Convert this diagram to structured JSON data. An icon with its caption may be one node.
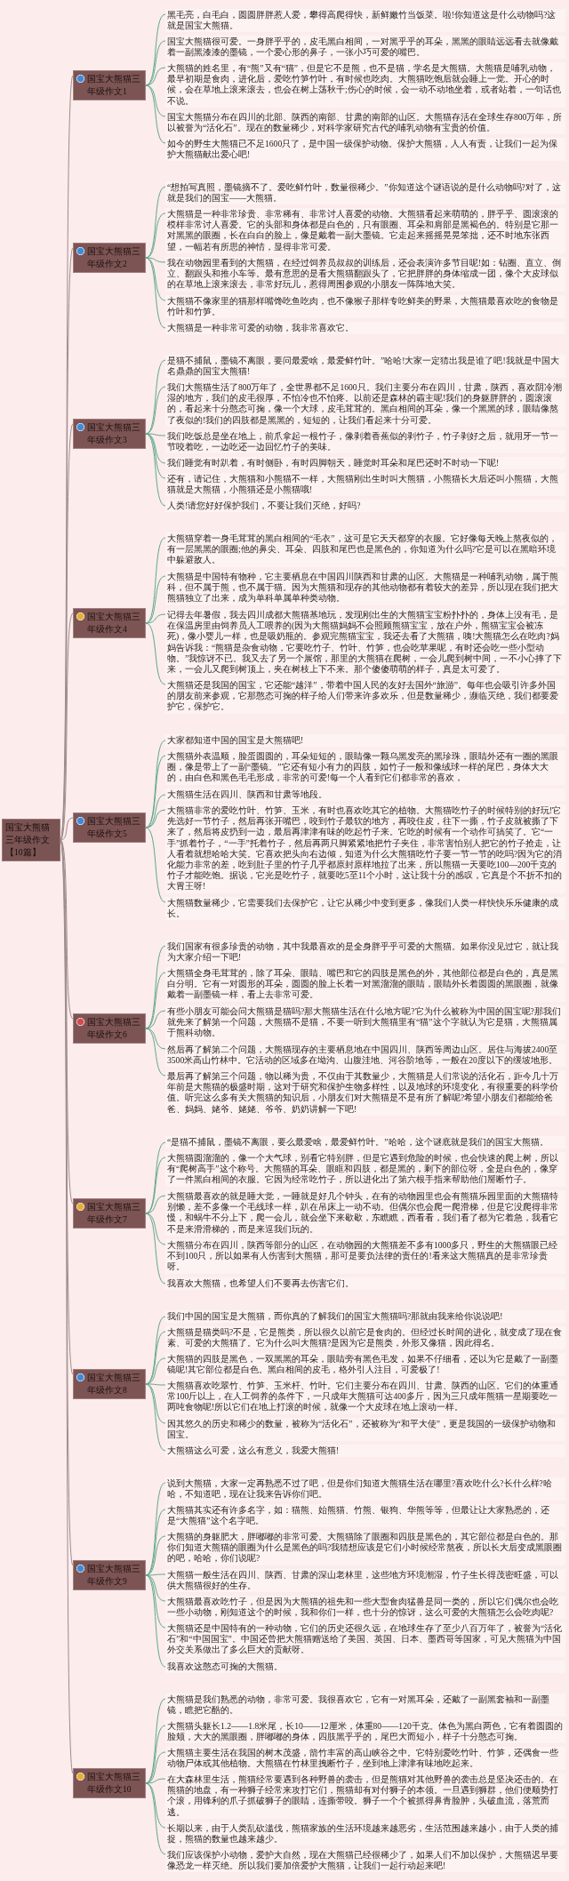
{
  "diagram": {
    "nodes": [
      {
        "text": [
          "国宝大熊猫三年级作文【10篇】"
        ]
      },
      {
        "text": [
          "国宝大熊猫三年级作文1"
        ]
      },
      {
        "text": [
          "黑毛亮，白毛白，圆圆胖胖惹人爱，攀得高爬得快，新鲜嫩竹当饭菜。啦!你知道这是什么动物吗?这就是国宝大熊猫。"
        ]
      },
      {
        "text": [
          "国宝大熊猫很可爱。一身胖乎乎的，皮毛黑白相间，一对黑乎乎的耳朵，黑黑的眼睛远远看去就像戴着一副黑漆漆的墨镜，一个爱心形的鼻子，一张小巧可爱的嘴巴。"
        ]
      },
      {
        "text": [
          "大熊猫的姓名里，有“熊”又有“猫”，但是它不是熊，也不是猫，学名是大熊猫。大熊猫是哺乳动物，最早初期是食肉，进化后，爱吃竹笋竹叶，有时候也吃肉。大熊猫吃饱后就会睡上一觉。开心的时候，会在草地上滚来滚去，也会在树上荡秋千;伤心的时候，会一动不动地坐着，或者站着，一句话也不说。"
        ]
      },
      {
        "text": [
          "国宝大熊猫分布在四川的北部、陕西的南部、甘肃的南部的山区。大熊猫存活在全球生存800万年，所以被誉为“活化石”。现在的数量稀少，对科学家研究古代的哺乳动物有宝贵的价值。"
        ]
      },
      {
        "text": [
          "如今的野生大熊猫已不足1600只了，是中国一级保护动物。保护大熊猫，人人有责，让我们一起为保护大熊猫献出爱心吧!"
        ]
      },
      {
        "text": [
          "国宝大熊猫三年级作文2"
        ]
      },
      {
        "text": [
          "“想拍写真照，墨镜摘不了。爱吃鲜竹叶，数量很稀少。”你知道这个谜语说的是什么动物吗?对了，这就是我们的国宝——大熊猫。"
        ]
      },
      {
        "text": [
          "大熊猫是一种非常珍贵、非常稀有、非常讨人喜爱的动物。大熊猫看起来萌萌的，胖乎乎、圆滚滚的模样非常讨人喜爱。它的头部和身体都是白色的，只有眼圈、耳朵和肩部是黑褐色的。特别是它那一对黑黑的眼圈，长在白白的脸上，像是戴着一副大墨镜。它走起来摇摇晃晃笨拙，还不时地东张西望，一幅若有所思的神情，显得非常可爱。"
        ]
      },
      {
        "text": [
          "我在动物园里看到的大熊猫，在经过饲养员叔叔的训练后，还会表演许多节目呢!如：钻圈、直立、倒立、翻跟头和推小车等。最有意思的是看大熊猫翻跟头了，它把胖胖的身体缩成一团，像个大皮球似的在草地上滚来滚去，非常好玩儿，惹得周围参观的小朋友一阵阵地大笑。"
        ]
      },
      {
        "text": [
          "大熊猫不像家里的猫那样嘴馋吃鱼吃肉，也不像猴子那样专吃鲜美的野果，大熊猫最喜欢吃的食物是竹叶和竹笋。"
        ]
      },
      {
        "text": [
          "大熊猫是一种非常可爱的动物，我非常喜欢它。"
        ]
      },
      {
        "text": [
          "国宝大熊猫三年级作文3"
        ]
      },
      {
        "text": [
          "是猫不捕鼠，墨镜不离眼，要问最爱啥，最爱鲜竹叶。”哈哈!大家一定猜出我是谁了吧!我就是中国大名鼎鼎的国宝大熊猫!"
        ]
      },
      {
        "text": [
          "我们大熊猫生活了800万年了，全世界都不足1600只。我们主要分布在四川，甘肃，陕西，喜欢阴冷潮湿的地方，我们的皮毛很厚，不怕冷也不怕疼。以前还是森林的霸主呢!我们的身躯胖胖的，圆滚滚的，看起来十分憨态可掬，像一个大球，皮毛茸茸的。黑白相间的耳朵，像一个黑黑的球，眼睛像熬了夜似的!我们的四肢都是黑黑的，短短的，让我们看起来十分可爱。"
        ]
      },
      {
        "text": [
          "我们吃饭总是坐在地上，前爪拿起一根竹子，像剥着香蕉似的剥竹子，竹子剥好之后，就用牙一节一节咬着吃，一边吃还一边回忆竹子的美味。"
        ]
      },
      {
        "text": [
          "我们睡觉有时趴着，有时侧卧，有时四脚朝天，睡觉时耳朵和尾巴还时不时动一下呢!"
        ]
      },
      {
        "text": [
          "还有，请记住，大熊猫和小熊猫不一样，大熊猫刚出生时叫大熊猫，小熊猫长大后还叫小熊猫，大熊猫就是大熊猫，小熊猫还是小熊猫哦!"
        ]
      },
      {
        "text": [
          "人类!请您好好保护我们，不要让我们灭绝，好吗?"
        ]
      },
      {
        "text": [
          "国宝大熊猫三年级作文4"
        ]
      },
      {
        "text": [
          "大熊猫穿着一身毛茸茸的黑白相间的“毛衣”，这可是它天天都穿的衣服。它好像每天晚上熬夜似的，有一层黑黑的眼圈;他的鼻尖、耳朵、四肢和尾巴也是黑色的，你知道为什么吗?它是可以在黑暗环境中躲避敌人。"
        ]
      },
      {
        "text": [
          "大熊猫是中国特有物种，它主要栖息在中国四川陕西和甘肃的山区。大熊猫是一种哺乳动物，属于熊科，但不属于熊，也不属于猫。因为大熊猫和现存的其他动物都有着较大的差异，所以现在我们把大熊猫独立了出来，成为单科单属单种类动物。"
        ]
      },
      {
        "text": [
          "记得去年暑假，我去四川成都大熊猫基地玩，发现刚出生的大熊猫宝宝粉扑扑的，身体上没有毛，是在保温房里由饲养员人工喂养的(因为大熊猫妈妈不会照顾熊猫宝宝，放在户外，熊猫宝宝会被冻死)，像小婴儿一样，也是吸奶瓶的。参观完熊猫宝宝，我还去看了大熊猫，咦!大熊猫怎么在吃肉?妈妈告诉我：“熊猫是杂食动物，它要吃竹子、竹叶、竹笋，也会吃苹果呢，有时还会吃一些小型动物。”我惊讶不已。我又去了另一个展馆，那里的大熊猫在爬树，一会儿爬到树中间，一不小心摔了下来，一会儿又爬到树顶上，夹在树枝上下不来。那个傻傻萌萌的样子，真是太可爱了。"
        ]
      },
      {
        "text": [
          "大熊猫还是我国的国宝，它还能“越洋”，带着中国人民的友好去国外“旅游”。每年也会吸引许多外国的朋友前来参观，它那憨态可掬的样子给人们带来许多欢乐，但是数量稀少，濒临灭绝，我们都要爱护它，保护它。"
        ]
      },
      {
        "text": [
          "国宝大熊猫三年级作文5"
        ]
      },
      {
        "text": [
          "大家都知道中国的国宝是大熊猫吧!"
        ]
      },
      {
        "text": [
          "大熊猫外表温顺，脸蛋圆圆的，耳朵短短的，眼睛像一颗乌黑发亮的黑珍珠，眼睛外还有一圈的黑眼圈，像是带上了一副“墨镜。”它还有短小有力的四肢，如竹子一般和像绒球一样的尾巴，身体大大的，由白色和黑色毛毛形成，非常的可爱!每一个人看到它们都非常的喜欢，"
        ]
      },
      {
        "text": [
          "大熊猫生活在四川、陕西和甘肃等地段。"
        ]
      },
      {
        "text": [
          "大熊猫非常的爱吃竹叶、竹笋、玉米，有时也喜欢吃其它的植物。大熊猫吃竹子的时候特别的好玩!它先选好一节竹子，然后再张开嘴巴，咬到竹子最软的地方，再咬住皮，往下一撕，竹子皮就被撕了下来了，然后将皮扔到一边，最后再津津有味的吃起竹子来。它吃的时候有一个动作可搞笑了。它“一手”抓着竹子，“一手”托着竹子，然后再两只脚紧紧地把竹子夹住，非常害怕别人把它的竹子抢走，让人看着就想哈哈大笑。它喜欢把头向右边倾，知道为什么大熊猫吃竹子要一节一节的吃吗?因为它的消化能力非常的差，吃到肚子里的竹子几乎都原封原样地拉了出来，所以熊猫一天要吃100—200千克的竹子才能吃饱。据说，它光是吃竹子，就要吃5至11个小时，这让我十分的感叹，它真是个不折不扣的大胃王呀!"
        ]
      },
      {
        "text": [
          "大熊猫数量稀少，它需要我们去保护它，让它从稀少中变到更多，像我们人类一样快快乐乐健康的成长。"
        ]
      },
      {
        "text": [
          "国宝大熊猫三年级作文6"
        ]
      },
      {
        "text": [
          "我们国家有很多珍贵的动物，其中我最喜欢的是全身胖乎乎可爱的大熊猫。如果你没见过它，就让我为大家介绍一下吧!"
        ]
      },
      {
        "text": [
          "大熊猫全身毛茸茸的，除了耳朵、眼睛、嘴巴和它的四肢是黑色的外，其他部位都是白色的，真是黑白分明。它有一对圆形的耳朵，圆圆的脸上长着一对黑溜溜的眼睛，眼睛外长着圆圆的黑眼圈，就像戴着一副墨镜一样，看上去非常可爱。"
        ]
      },
      {
        "text": [
          "有些小朋友可能会问大熊猫是猫吗?那大熊猫生活在什么地方呢?它为什么被称为中国的国宝呢?那我们就先来了解第一个问题，大熊猫不是猫，不要一听到大熊猫里有“猫”这个字就认为它是猫，大熊猫属于熊科动物。"
        ]
      },
      {
        "text": [
          "然后再了解第二个问题，大熊猫现存的主要栖息地在中国四川、陕西等周边山区。居住与海拔2400至3500米高山竹林中。它活动的区域多在坳沟、山腹洼地、河谷阶地等，一般在20度以下的缓坡地形。"
        ]
      },
      {
        "text": [
          "最后再了解第三个问题，物以稀为贵，不仅由于其数量少，大熊猫是人们常说的活化石，距今几十万年前是大熊猫的极盛时期，这对于研究和保护生物多样性，以及地球的环境变化，有很重要的科学价值。听完这么多有关大熊猫的知识后，小朋友们对大熊猫是不是有所了解呢?希望小朋友们都能给爸爸、妈妈、姥爷、姥姥、爷爷、奶奶讲解一下吧!"
        ]
      },
      {
        "text": [
          "国宝大熊猫三年级作文7"
        ]
      },
      {
        "text": [
          "“是猫不捕鼠，墨镜不离眼，要么最爱啥，最爱鲜竹叶。”哈哈，这个谜底就是我们的国宝大熊猫。"
        ]
      },
      {
        "text": [
          "大熊猫圆溜溜的，像一个大气球，别看它特别胖，但是它遇到危险的时候，也会快速的爬上树，所以有“爬树高手”这个称号。大熊猫的耳朵、眼眶和四肢，都是黑的，剩下的部位呀，全是白色的，像穿了一件黑白相间的衣服。它因为经常吃竹子，所以进化出了第六根手指来帮助他们掰断竹子。"
        ]
      },
      {
        "text": [
          "大熊猫最喜欢的就是睡大觉，一睡就是好几个钟头，在有的动物园里也会有熊猫乐园里面的大熊猫特别懒，差不多像一个毛线球一样，趴在吊床上一动不动。但偶尔也会爬一爬滑梯，但是它没爬得非常慢，和蜗牛不分上下，爬一会儿，就会坐下来歇歇，东瞧瞧，西看看，我们看了都为它着急，我看它不是来滑滑梯的，而是来逗我们玩的。"
        ]
      },
      {
        "text": [
          "大熊猫分布在四川，陕西等部分的山区，在动物园的大熊猫差不多有1000多只，野生的大熊猫眼已经不到100只，所以如果有人伤害到大熊猫，那可是要负法律的责任的!看来这大熊猫真的是非常珍贵呀。"
        ]
      },
      {
        "text": [
          "我喜欢大熊猫，也希望人们不要再去伤害它们。"
        ]
      },
      {
        "text": [
          "国宝大熊猫三年级作文8"
        ]
      },
      {
        "text": [
          "我们中国的国宝是大熊猫，而你真的了解我们的国宝大熊猫吗?那就由我来给你说说吧!"
        ]
      },
      {
        "text": [
          "大熊猫是猫类吗?不是，它是熊类，所以很久以前它是食肉的。但经过长时间的进化，就变成了现在食素、可爱的大熊猫了。它为什么叫大熊猫?是因为它是熊类，外形又像猫，因此得名。"
        ]
      },
      {
        "text": [
          "大熊猫的四肢是黑色，一双黑黑的耳朵，眼睛旁有黑色毛发，如果不仔细看，还以为它是戴了一副墨镜呢!其它部位都是白色。黑白相间的皮毛，格外引人注目，可爱极了!"
        ]
      },
      {
        "text": [
          "大熊猫喜欢吃翠竹、竹笋、玉米杆、竹叶。它们主要分布在四川、甘肃、陕西的山区。它们的体重通常100斤以上，在人工饲养的条件下，一只成年大熊猫可达400多斤，因为三只成年熊猫一星期要吃一两吨食物呢!所以它们在地上打滚的时候，就像一个大皮球在地上滚动一样。"
        ]
      },
      {
        "text": [
          "因其悠久的历史和稀少的数量，被称为“活化石”，还被称为“和平大使”，更是我国的一级保护动物和国宝。"
        ]
      },
      {
        "text": [
          "大熊猫这么可爱，这么有意义，我爱大熊猫!"
        ]
      },
      {
        "text": [
          "国宝大熊猫三年级作文9"
        ]
      },
      {
        "text": [
          "说到大熊猫，大家一定再熟悉不过了吧，但是你们知道大熊猫生活在哪里?喜欢吃什么?长什么样?哈哈，不知道吧，现在让我来告诉你们吧。"
        ]
      },
      {
        "text": [
          "大熊猫其实还有许多名字，如：猫熊、始熊猫、竹熊、银狗、华熊等等，但最让让大家熟悉的，还是“大熊猫”这个名字吧。"
        ]
      },
      {
        "text": [
          "大熊猫的身躯肥大，胖嘟嘟的非常可爱。大熊猫除了眼圈和四肢是黑色的，其它部位都是白色的。那你们知道大熊猫的眼圈为什么是黑色的吗?我猜想应该是它们小时候经常熬夜，所以长大后变成黑眼圈的吧，哈哈，你们说呢?"
        ]
      },
      {
        "text": [
          "大熊猫一般生活在四川、陕西、甘肃的深山老林里，这些地方环境潮湿，竹子生长得茂密旺盛，可以供大熊猫很好的生存。"
        ]
      },
      {
        "text": [
          "大熊猫最喜欢吃竹子，但是因为大熊猫的祖先和一些大型食肉猛兽是同一类的，所以它们偶尔也会吃一些小动物，刚知道这个的时候，我和你们一样，也十分的惊讶，这么可爱的大熊猫怎么会吃肉呢?"
        ]
      },
      {
        "text": [
          "大熊猫还是中国特有的一种动物，它们的历史还很久远，在地球生存了至少八百万年了，被誉为“活化石”和“中国国宝”。中国还曾把大熊猫赠送给了美国、英国、日本、墨西哥等国家，可见大熊猫为中国外交关系做出了多么巨大的贡献呀。"
        ]
      },
      {
        "text": [
          "我喜欢这憨态可掬的大熊猫。"
        ]
      },
      {
        "text": [
          "国宝大熊猫三年级作文10"
        ]
      },
      {
        "text": [
          "大熊猫是我们熟悉的动物，非常可爱。我很喜欢它，它有一对黑耳朵，还戴了一副黑套袖和一副墨镜，瞧把它酷的。"
        ]
      },
      {
        "text": [
          "大熊猫头躯长1.2——1.8米尾，长10——12厘米，体重80——120千克。体色为黑白两色，它有着圆圆的脸颊，大大的黑眼圈，胖嘟嘟的身体，四肢黑乎乎的，尾巴大而短小，样子十分憨态可掬。"
        ]
      },
      {
        "text": [
          "大熊猫主要生活在我国的树木茂盛，箭竹丰富的高山峡谷之中。它特别爱吃竹叶、竹笋，还偶食一些动物尸体或其他植物。大熊猫在竹林里拽断竹子，坐到地上津津有味地吃起来。"
        ]
      },
      {
        "text": [
          "在大森林里生活，熊猫经常要遇到各种野兽的袭击，但是熊猫对其他野兽的袭击总是坚决还击的。在熊猫的地盘，有一种狮子经常来攻打它们，熊猫却有对付狮子的本领。一旦遇到狮群，他们便顺势打个滚，用锋利的爪子抓破狮子的眼睛，连撕带咬。狮子一个个被抓得鼻青脸肿，头破血流，落荒而逃。"
        ]
      },
      {
        "text": [
          "长期以来，由于人类乱砍滥伐，熊猫家族的生活环境越来越恶劣，生活范围越来越小，由于人类的捕捉，熊猫的数量也越来越少。"
        ]
      },
      {
        "text": [
          "我们应该保护小动物，爱护大自然，现在大熊猫已经很稀少了，如果人们不加以保护，大熊猫迟早要像恐龙一样灭绝。所以我们要加倍爱护大熊猫，让我们一起行动起来吧!"
        ]
      }
    ],
    "edges": [
      {
        "from": 0,
        "to": 1,
        "arrow": "none",
        "color": "#a08c8c"
      },
      {
        "from": 0,
        "to": 7,
        "arrow": "none",
        "color": "#a08c8c"
      },
      {
        "from": 0,
        "to": 13,
        "arrow": "none",
        "color": "#a08c8c"
      },
      {
        "from": 0,
        "to": 20,
        "arrow": "none",
        "color": "#a08c8c"
      },
      {
        "from": 0,
        "to": 25,
        "arrow": "none",
        "color": "#a08c8c"
      },
      {
        "from": 0,
        "to": 31,
        "arrow": "none",
        "color": "#a08c8c"
      },
      {
        "from": 0,
        "to": 37,
        "arrow": "none",
        "color": "#a08c8c"
      },
      {
        "from": 0,
        "to": 43,
        "arrow": "none",
        "color": "#a08c8c"
      },
      {
        "from": 0,
        "to": 50,
        "arrow": "none",
        "color": "#a08c8c"
      },
      {
        "from": 0,
        "to": 58,
        "arrow": "none",
        "color": "#a08c8c"
      },
      {
        "from": 1,
        "to": 2,
        "arrow": "none"
      },
      {
        "from": 1,
        "to": 3,
        "arrow": "none"
      },
      {
        "from": 1,
        "to": 4,
        "arrow": "none"
      },
      {
        "from": 1,
        "to": 5,
        "arrow": "none"
      },
      {
        "from": 1,
        "to": 6,
        "arrow": "none"
      },
      {
        "from": 7,
        "to": 8,
        "arrow": "none"
      },
      {
        "from": 7,
        "to": 9,
        "arrow": "none"
      },
      {
        "from": 7,
        "to": 10,
        "arrow": "none"
      },
      {
        "from": 7,
        "to": 11,
        "arrow": "none"
      },
      {
        "from": 7,
        "to": 12,
        "arrow": "none"
      },
      {
        "from": 13,
        "to": 14,
        "arrow": "none"
      },
      {
        "from": 13,
        "to": 15,
        "arrow": "none"
      },
      {
        "from": 13,
        "to": 16,
        "arrow": "none"
      },
      {
        "from": 13,
        "to": 17,
        "arrow": "none"
      },
      {
        "from": 13,
        "to": 18,
        "arrow": "none"
      },
      {
        "from": 13,
        "to": 19,
        "arrow": "none"
      },
      {
        "from": 20,
        "to": 21,
        "arrow": "none"
      },
      {
        "from": 20,
        "to": 22,
        "arrow": "none"
      },
      {
        "from": 20,
        "to": 23,
        "arrow": "none"
      },
      {
        "from": 20,
        "to": 24,
        "arrow": "none"
      },
      {
        "from": 25,
        "to": 26,
        "arrow": "none"
      },
      {
        "from": 25,
        "to": 27,
        "arrow": "none"
      },
      {
        "from": 25,
        "to": 28,
        "arrow": "none"
      },
      {
        "from": 25,
        "to": 29,
        "arrow": "none"
      },
      {
        "from": 25,
        "to": 30,
        "arrow": "none"
      },
      {
        "from": 31,
        "to": 32,
        "arrow": "none"
      },
      {
        "from": 31,
        "to": 33,
        "arrow": "none"
      },
      {
        "from": 31,
        "to": 34,
        "arrow": "none"
      },
      {
        "from": 31,
        "to": 35,
        "arrow": "none"
      },
      {
        "from": 31,
        "to": 36,
        "arrow": "none"
      },
      {
        "from": 37,
        "to": 38,
        "arrow": "none"
      },
      {
        "from": 37,
        "to": 39,
        "arrow": "none"
      },
      {
        "from": 37,
        "to": 40,
        "arrow": "none"
      },
      {
        "from": 37,
        "to": 41,
        "arrow": "none"
      },
      {
        "from": 37,
        "to": 42,
        "arrow": "none"
      },
      {
        "from": 43,
        "to": 44,
        "arrow": "none"
      },
      {
        "from": 43,
        "to": 45,
        "arrow": "none"
      },
      {
        "from": 43,
        "to": 46,
        "arrow": "none"
      },
      {
        "from": 43,
        "to": 47,
        "arrow": "none"
      },
      {
        "from": 43,
        "to": 48,
        "arrow": "none"
      },
      {
        "from": 43,
        "to": 49,
        "arrow": "none"
      },
      {
        "from": 50,
        "to": 51,
        "arrow": "none"
      },
      {
        "from": 50,
        "to": 52,
        "arrow": "none"
      },
      {
        "from": 50,
        "to": 53,
        "arrow": "none"
      },
      {
        "from": 50,
        "to": 54,
        "arrow": "none"
      },
      {
        "from": 50,
        "to": 55,
        "arrow": "none"
      },
      {
        "from": 50,
        "to": 56,
        "arrow": "none"
      },
      {
        "from": 50,
        "to": 57,
        "arrow": "none"
      },
      {
        "from": 58,
        "to": 59,
        "arrow": "none"
      },
      {
        "from": 58,
        "to": 60,
        "arrow": "none"
      },
      {
        "from": 58,
        "to": 61,
        "arrow": "none"
      },
      {
        "from": 58,
        "to": 62,
        "arrow": "none"
      },
      {
        "from": 58,
        "to": 63,
        "arrow": "none"
      },
      {
        "from": 58,
        "to": 64,
        "arrow": "none"
      }
    ]
  }
}
